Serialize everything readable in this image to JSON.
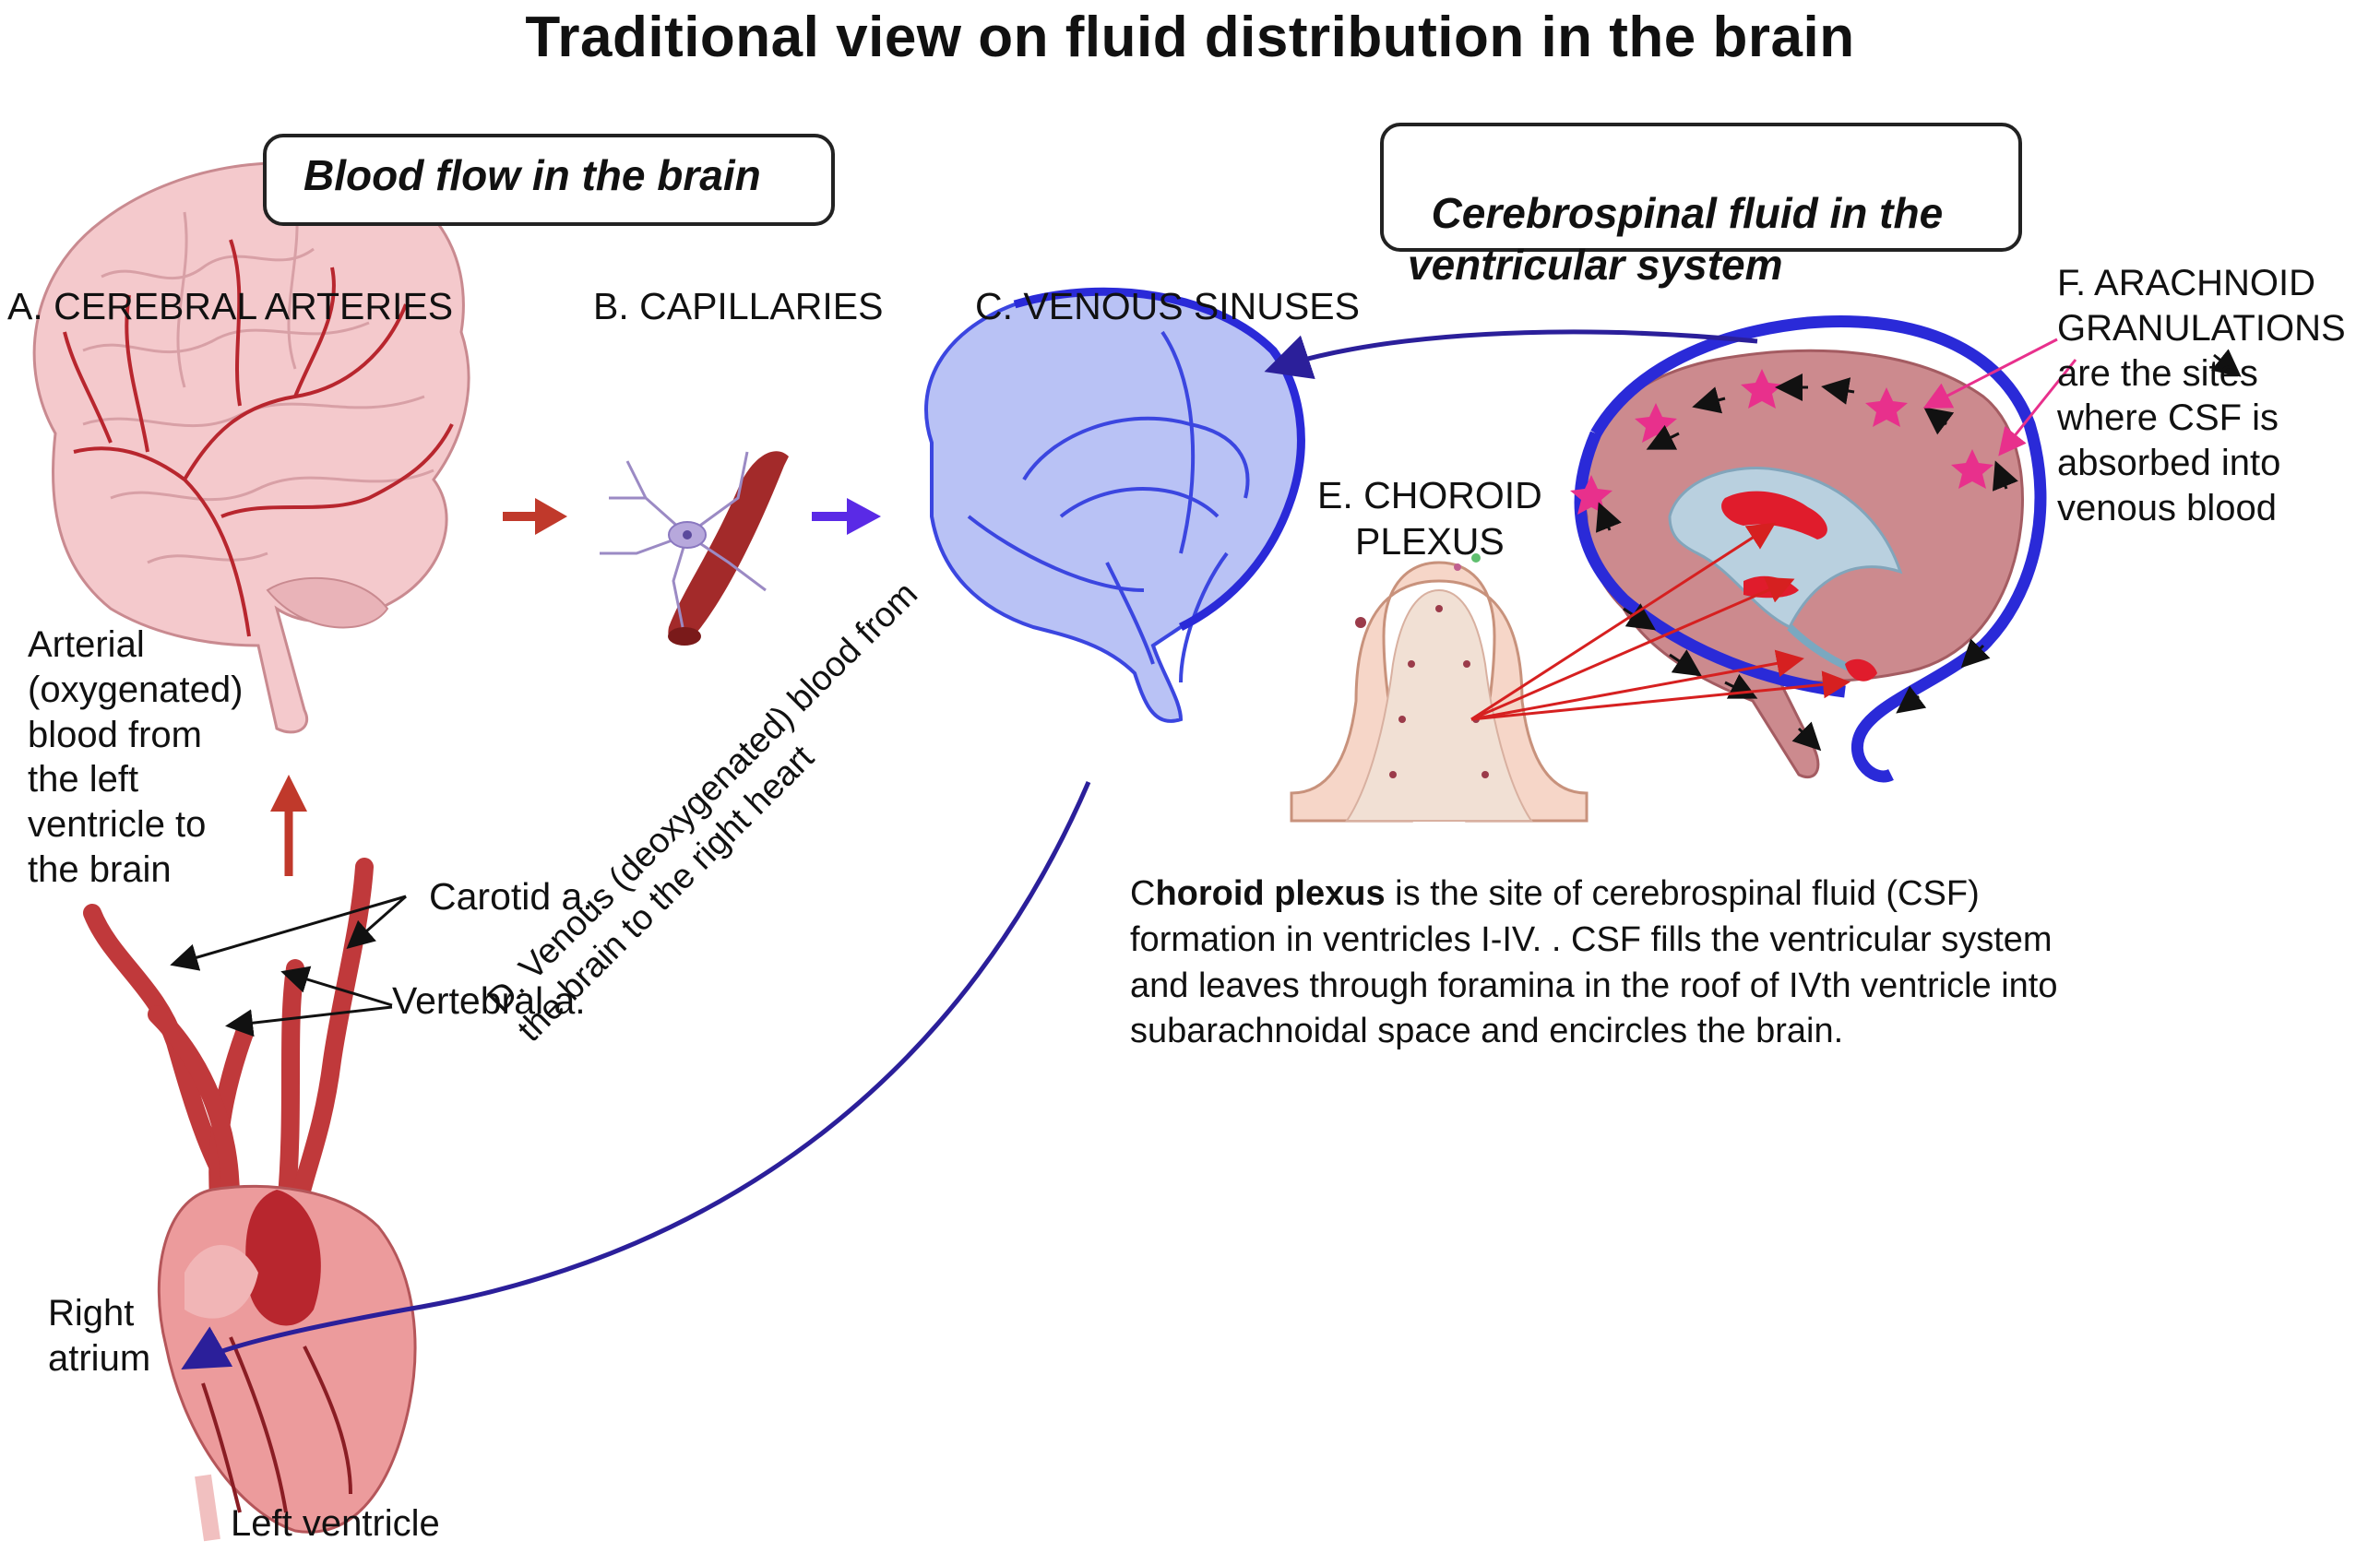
{
  "title": "Traditional  view on fluid distribution  in the brain",
  "headers": {
    "blood_flow": "Blood flow in the brain",
    "csf": "Cerebrospinal fluid in the\nventricular system"
  },
  "labels": {
    "a": "A. CEREBRAL ARTERIES",
    "b": "B. CAPILLARIES",
    "c": "C. VENOUS SINUSES",
    "e": "E. CHOROID\nPLEXUS",
    "f": "F. ARACHNOID\nGRANULATIONS\nare the sites\nwhere CSF is\nabsorbed into\nvenous blood",
    "arterial": "Arterial\n(oxygenated)\nblood from\nthe left\nventricle to\nthe brain",
    "carotid": "Carotid a.",
    "vertebral": "Vertebral a.",
    "right_atrium": "Right\natrium",
    "left_ventricle": "Left ventricle",
    "venous": "D. Venous (deoxygenated) blood from\nthe brain to the right heart"
  },
  "paragraph": {
    "c_prefix": "C",
    "bold_term": "horoid plexus",
    "rest": " is the site of cerebrospinal fluid (CSF) formation in ventricles  I-IV. . CSF fills the ventricular system and  leaves through foramina in the roof of IVth ventricle into subarachnoidal space and encircles the brain."
  },
  "colors": {
    "artery_red": "#b8262e",
    "vein_blue": "#2a2ad8",
    "dark_blue": "#2b1f9a",
    "magenta": "#e8308c",
    "brain_pink": "#f4c9cc"
  },
  "icons": [
    "brain-arteries-illustration",
    "capillary-neuron-illustration",
    "venous-brain-illustration",
    "choroid-plexus-illustration",
    "csf-brain-illustration",
    "heart-illustration"
  ]
}
